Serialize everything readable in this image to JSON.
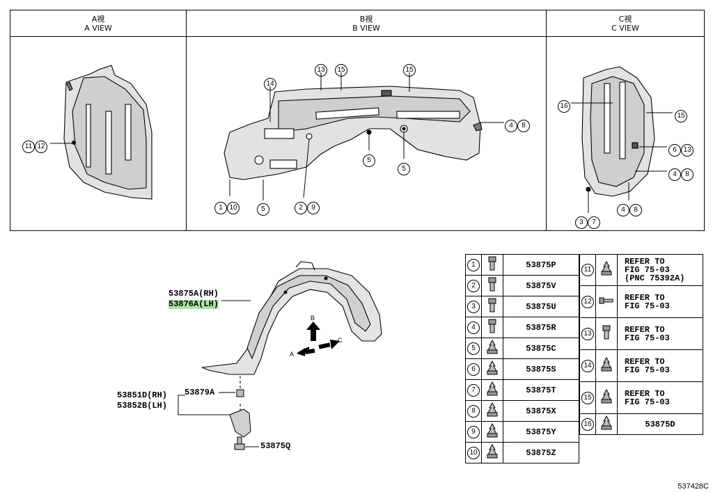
{
  "views": {
    "a": {
      "kanji": "A視",
      "label": "A VIEW"
    },
    "b": {
      "kanji": "B視",
      "label": "B VIEW"
    },
    "c": {
      "kanji": "C視",
      "label": "C VIEW"
    }
  },
  "callouts": {
    "a_11_12": [
      "11",
      "12"
    ],
    "b_14": "14",
    "b_13": "13",
    "b_15a": "15",
    "b_15b": "15",
    "b_4_8": [
      "4",
      "8"
    ],
    "b_5a": "5",
    "b_5b": "5",
    "b_1_10": [
      "1",
      "10"
    ],
    "b_5c": "5",
    "b_2_9": [
      "2",
      "9"
    ],
    "c_16": "16",
    "c_15": "15",
    "c_6_13": [
      "6",
      "13"
    ],
    "c_4_8a": [
      "4",
      "8"
    ],
    "c_4_8b": [
      "4",
      "8"
    ],
    "c_3_7": [
      "3",
      "7"
    ]
  },
  "main_labels": {
    "liner_rh": "53875A(RH)",
    "liner_lh": "53876A(LH)",
    "nut": "53879A",
    "bracket_rh": "53851D(RH)",
    "bracket_lh": "53852B(LH)",
    "bolt": "53875Q",
    "arrow_b": "B",
    "arrow_a": "A",
    "arrow_c": "C"
  },
  "legend": {
    "left": [
      {
        "num": "1",
        "part": "53875P",
        "icon": "bolt-icon"
      },
      {
        "num": "2",
        "part": "53875V",
        "icon": "bolt-icon"
      },
      {
        "num": "3",
        "part": "53875U",
        "icon": "bolt-icon"
      },
      {
        "num": "4",
        "part": "53875R",
        "icon": "bolt-icon"
      },
      {
        "num": "5",
        "part": "53875C",
        "icon": "clip-icon"
      },
      {
        "num": "6",
        "part": "53875S",
        "icon": "clip-icon"
      },
      {
        "num": "7",
        "part": "53875T",
        "icon": "clip-icon"
      },
      {
        "num": "8",
        "part": "53875X",
        "icon": "clip-icon"
      },
      {
        "num": "9",
        "part": "53875Y",
        "icon": "clip-icon"
      },
      {
        "num": "10",
        "part": "53875Z",
        "icon": "clip-icon"
      }
    ],
    "right": [
      {
        "num": "11",
        "lines": [
          "REFER TO",
          "FIG 75-03",
          "(PNC 75392A)"
        ],
        "icon": "clip-icon"
      },
      {
        "num": "12",
        "lines": [
          "REFER TO",
          "FIG 75-03"
        ],
        "icon": "screw-icon"
      },
      {
        "num": "13",
        "lines": [
          "REFER TO",
          "FIG 75-03"
        ],
        "icon": "bolt-icon"
      },
      {
        "num": "14",
        "lines": [
          "REFER TO",
          "FIG 75-03"
        ],
        "icon": "clip-icon"
      },
      {
        "num": "15",
        "lines": [
          "REFER TO",
          "FIG 75-03"
        ],
        "icon": "clip-icon"
      },
      {
        "num": "16",
        "part": "53875D",
        "icon": "clip-icon"
      }
    ]
  },
  "footer_code": "537428C"
}
